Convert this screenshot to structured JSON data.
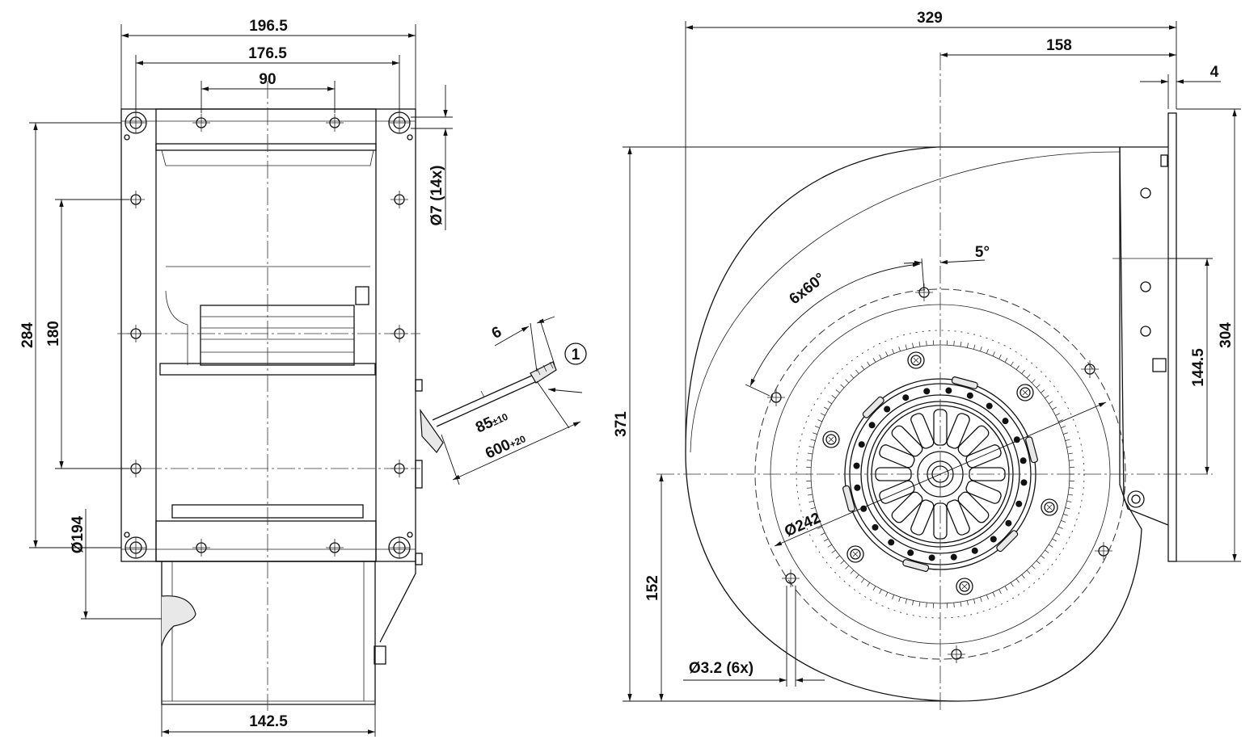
{
  "side_view": {
    "width_overall": "196.5",
    "width_holes": "176.5",
    "hole_spacing_top": "90",
    "height_overall": "284",
    "hole_spacing_vertical": "180",
    "hole_diameter": "Ø7 (14x)",
    "inlet_diameter": "Ø194",
    "housing_width": "142.5",
    "cable_strip": "6",
    "callout": "1",
    "cable_end_main": "85",
    "cable_end_tol": "±10",
    "cable_length_main": "600",
    "cable_length_tol": "+20"
  },
  "front_view": {
    "width_overall": "329",
    "axis_to_flange": "158",
    "flange_thickness": "4",
    "height_overall": "371",
    "flange_height": "304",
    "axis_to_flange_top": "144.5",
    "axis_height": "152",
    "bolt_circle": "Ø242",
    "thread_holes": "Ø3.2 (6x)",
    "angle_pattern": "6x60°",
    "angle_offset": "5°"
  }
}
